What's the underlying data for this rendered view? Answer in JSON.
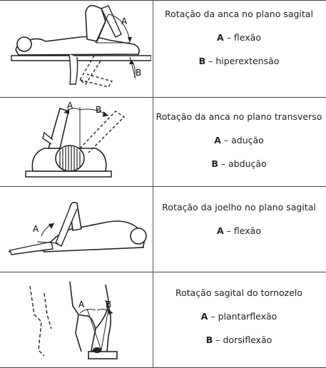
{
  "rows": [
    {
      "title": "Rotação da anca no plano sagital",
      "items": [
        {
          "letter": "A",
          "text": "– flexão"
        },
        {
          "letter": "B",
          "text": "– hiperextensão"
        }
      ]
    },
    {
      "title": "Rotação da anca no plano transverso",
      "items": [
        {
          "letter": "A",
          "text": "– adução"
        },
        {
          "letter": "B",
          "text": "– abdução"
        }
      ]
    },
    {
      "title": "Rotação da joelho no plano sagital",
      "items": [
        {
          "letter": "A",
          "text": "– flexão"
        }
      ]
    },
    {
      "title": "Rotação sagital do tornozelo",
      "items": [
        {
          "letter": "A",
          "text": "– plantarflexão"
        },
        {
          "letter": "B",
          "text": "– dorsiflexão"
        }
      ]
    }
  ],
  "figure_labels": {
    "fig1": [
      "A",
      "B"
    ],
    "fig2": [
      "A",
      "B"
    ],
    "fig3": [
      "A"
    ],
    "fig4": [
      "A",
      "B"
    ]
  }
}
